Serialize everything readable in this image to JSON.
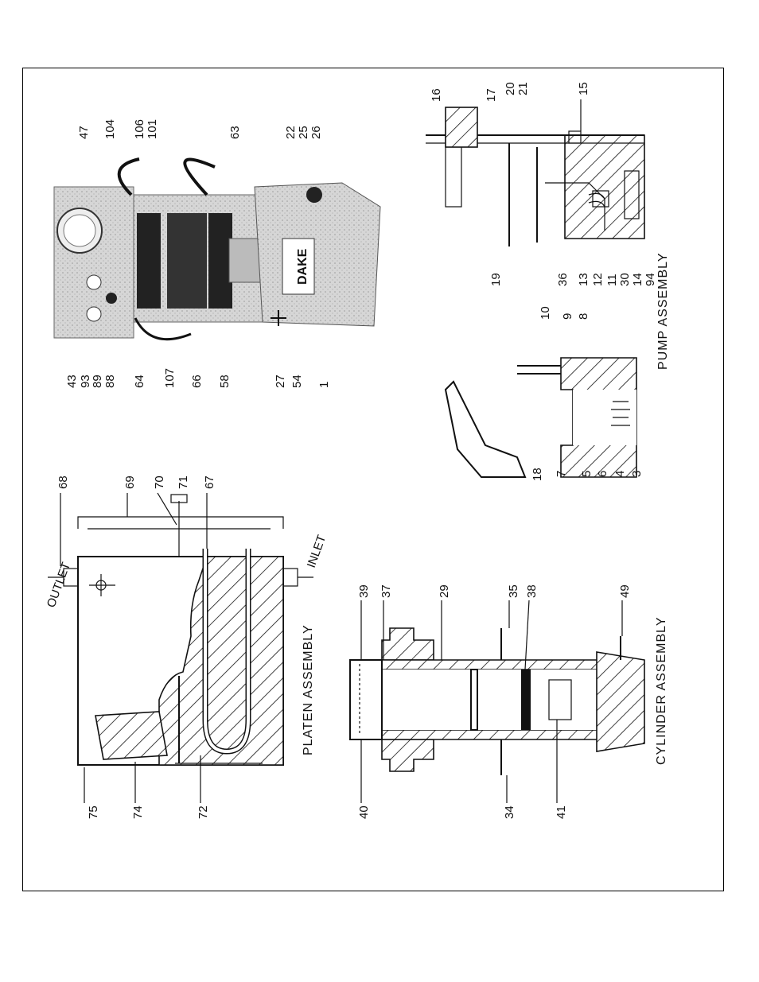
{
  "sections": {
    "platen": {
      "title": "PLATEN ASSEMBLY",
      "outlet": "OUTLET",
      "inlet": "INLET",
      "callouts": [
        "75",
        "74",
        "72",
        "68",
        "69",
        "70",
        "71",
        "67"
      ]
    },
    "cylinder": {
      "title": "CYLINDER ASSEMBLY",
      "callouts": [
        "40",
        "34",
        "41",
        "39",
        "37",
        "29",
        "35",
        "38",
        "49"
      ]
    },
    "press": {
      "brand": "DAKE",
      "callouts": [
        "43",
        "93",
        "89",
        "88",
        "64",
        "107",
        "66",
        "58",
        "27",
        "54",
        "1",
        "47",
        "104",
        "106",
        "101",
        "63",
        "22",
        "25",
        "26"
      ]
    },
    "pump": {
      "title": "PUMP ASSEMBLY",
      "callouts": [
        "18",
        "7",
        "5",
        "6",
        "4",
        "3",
        "10",
        "9",
        "8",
        "19",
        "36",
        "13",
        "12",
        "11",
        "30",
        "14",
        "94",
        "16",
        "17",
        "20",
        "21",
        "15"
      ]
    }
  },
  "colors": {
    "ink": "#111111",
    "photo": "#cfcfcf"
  }
}
